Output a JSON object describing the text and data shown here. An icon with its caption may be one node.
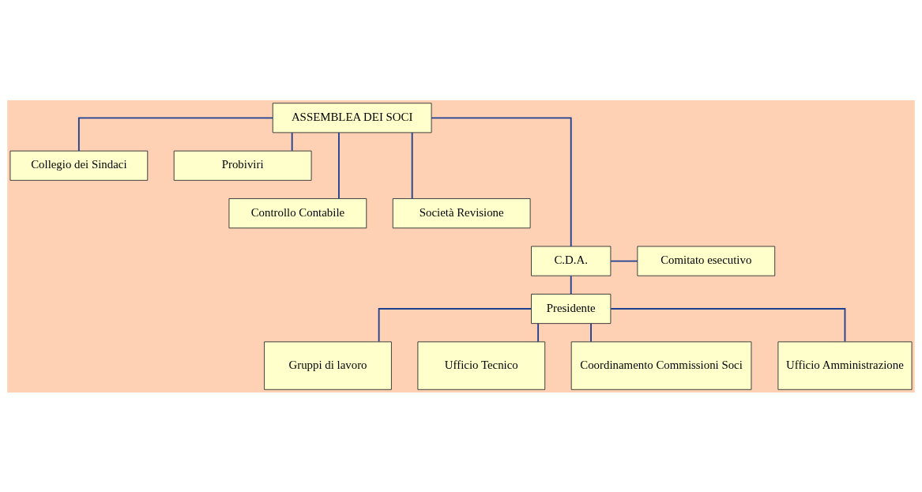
{
  "diagram": {
    "nodes": [
      {
        "text": [
          "ASSEMBLEA DEI SOCI"
        ]
      },
      {
        "text": [
          "Collegio dei Sindaci"
        ]
      },
      {
        "text": [
          "Probiviri"
        ]
      },
      {
        "text": [
          "Controllo Contabile"
        ]
      },
      {
        "text": [
          "Società Revisione"
        ]
      },
      {
        "text": [
          "C.D.A."
        ]
      },
      {
        "text": [
          "Comitato esecutivo"
        ]
      },
      {
        "text": [
          "Presidente"
        ]
      },
      {
        "text": [
          "Gruppi di lavoro"
        ]
      },
      {
        "text": [
          "Ufficio Tecnico"
        ]
      },
      {
        "text": [
          "Coordinamento Commissioni Soci"
        ]
      },
      {
        "text": [
          "Ufficio Amministrazione"
        ]
      }
    ],
    "edges": [
      {
        "from": 0,
        "to": 1,
        "arrow": "none"
      },
      {
        "from": 0,
        "to": 2,
        "arrow": "none"
      },
      {
        "from": 0,
        "to": 3,
        "arrow": "none"
      },
      {
        "from": 0,
        "to": 4,
        "arrow": "none"
      },
      {
        "from": 0,
        "to": 5,
        "arrow": "none"
      },
      {
        "from": 5,
        "to": 6,
        "arrow": "none"
      },
      {
        "from": 5,
        "to": 7,
        "arrow": "none"
      },
      {
        "from": 7,
        "to": 8,
        "arrow": "none"
      },
      {
        "from": 7,
        "to": 9,
        "arrow": "none"
      },
      {
        "from": 7,
        "to": 10,
        "arrow": "none"
      },
      {
        "from": 7,
        "to": 11,
        "arrow": "none"
      }
    ]
  }
}
